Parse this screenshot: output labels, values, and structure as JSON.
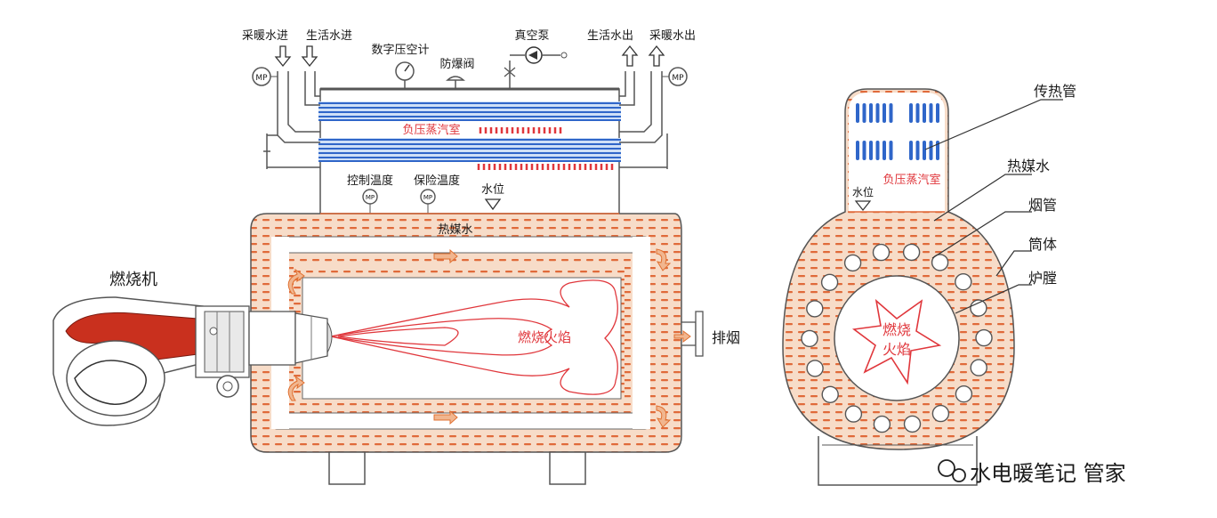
{
  "labels": {
    "heating_supply": "采暖水进",
    "domestic_supply": "生活水进",
    "pressure_gauge": "数字压空计",
    "explosion_valve": "防爆阀",
    "vacuum_pump": "真空泵",
    "domestic_out": "生活水出",
    "heating_out": "采暖水出",
    "steam_room": "负压蒸汽室",
    "control_temp": "控制温度",
    "safety_temp": "保险温度",
    "water_level": "水位",
    "heat_medium_water": "热媒水",
    "burner": "燃烧机",
    "flame": "燃烧火焰",
    "exhaust": "排烟",
    "gauge_symbol": "MP"
  },
  "side_labels": {
    "heat_tube": "传热管",
    "heat_medium_water": "热媒水",
    "smoke_tube": "烟管",
    "shell": "筒体",
    "furnace": "炉膛",
    "steam_room": "负压蒸汽室",
    "water_level": "水位",
    "flame_line1": "燃烧",
    "flame_line2": "火焰"
  },
  "watermark": "水电暖笔记 管家",
  "colors": {
    "water_fill": "#f7dcc8",
    "dash": "#e06a3a",
    "tube_blue": "#2f66c9",
    "flame_red": "#e0373c",
    "burner_red": "#c9301e",
    "outline": "#555555"
  }
}
